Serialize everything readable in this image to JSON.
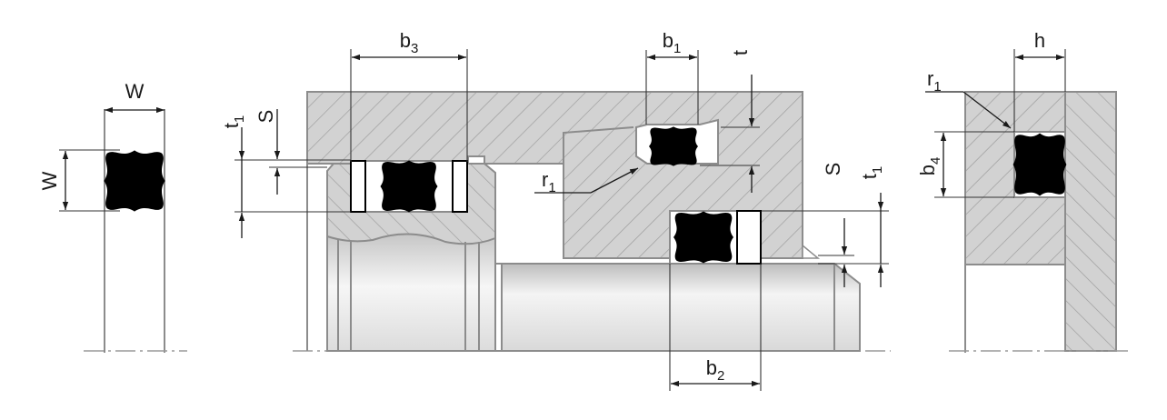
{
  "labels": {
    "W_horizontal": "W",
    "W_vertical": "W",
    "t1_left": {
      "base": "t",
      "sub": "1"
    },
    "S_left": "S",
    "b3": {
      "base": "b",
      "sub": "3"
    },
    "b1": {
      "base": "b",
      "sub": "1"
    },
    "t_top": "t",
    "r1_middle": {
      "base": "r",
      "sub": "1"
    },
    "S_right": "S",
    "t1_right": {
      "base": "t",
      "sub": "1"
    },
    "b2": {
      "base": "b",
      "sub": "2"
    },
    "h": "h",
    "r1_right": {
      "base": "r",
      "sub": "1"
    },
    "b4": {
      "base": "b",
      "sub": "4"
    }
  },
  "colors": {
    "hatch_fill": "#d2d2d2",
    "hatch_line": "#9e9e9e",
    "outline": "#8c8c8c",
    "seal": "#000000",
    "backup_ring": "#ffffff",
    "dimension": "#1a1a1a"
  },
  "icons": [
    "x-ring-seal",
    "backup-ring",
    "dimension-arrow",
    "centerline"
  ]
}
